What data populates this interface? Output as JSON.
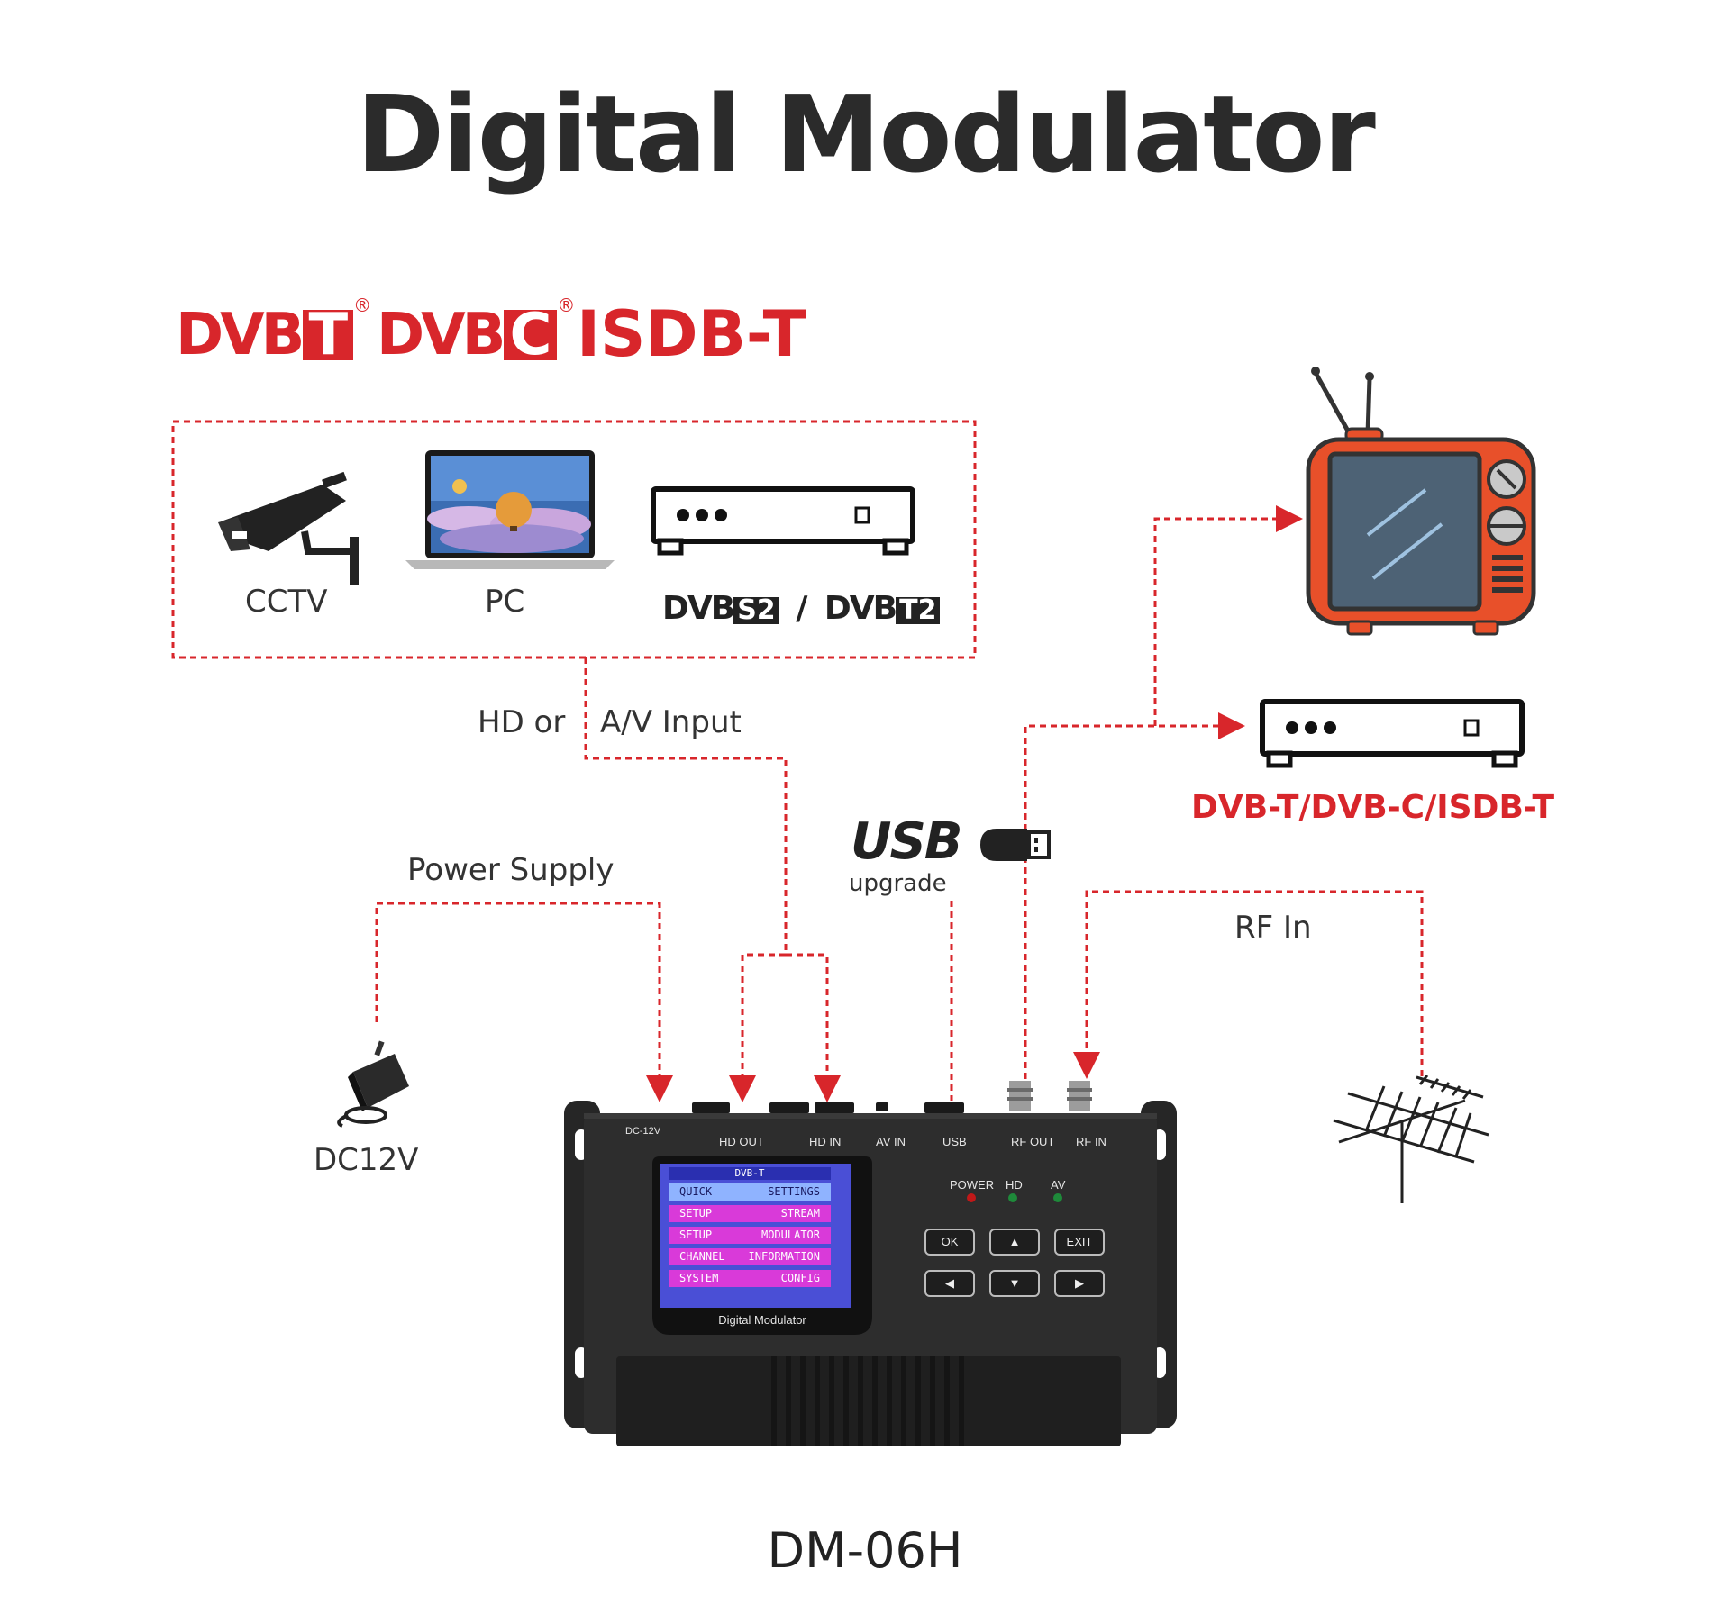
{
  "title": "Digital Modulator",
  "standards": {
    "dvbt": {
      "prefix": "DVB",
      "suffix": "T",
      "reg": "®"
    },
    "dvbc": {
      "prefix": "DVB",
      "suffix": "C",
      "reg": "®"
    },
    "isdbt": "ISDB-T"
  },
  "sources": {
    "cctv": "CCTV",
    "pc": "PC",
    "dvbs2": {
      "prefix": "DVB",
      "suffix": "S2"
    },
    "separator": "/",
    "dvbt2": {
      "prefix": "DVB",
      "suffix": "T2"
    }
  },
  "labels": {
    "hd_av_input_part1": "HD or",
    "hd_av_input_part2": "A/V Input",
    "power_supply": "Power Supply",
    "dc12v": "DC12V",
    "usb_logo": "USB",
    "usb_upgrade": "upgrade",
    "rf_in": "RF In",
    "receiver_standards": "DVB-T/DVB-C/ISDB-T"
  },
  "device": {
    "model": "DM-06H",
    "ports": {
      "dc": "DC-12V",
      "hd_out": "HD OUT",
      "hd_in": "HD IN",
      "av_in": "AV IN",
      "usb": "USB",
      "rf_out": "RF OUT",
      "rf_in": "RF IN"
    },
    "leds": {
      "power": "POWER",
      "hd": "HD",
      "av": "AV"
    },
    "screen": {
      "header": "DVB-T",
      "menu": [
        {
          "left": "QUICK",
          "right": "SETTINGS"
        },
        {
          "left": "SETUP",
          "right": "STREAM"
        },
        {
          "left": "SETUP",
          "right": "MODULATOR"
        },
        {
          "left": "CHANNEL",
          "right": "INFORMATION"
        },
        {
          "left": "SYSTEM",
          "right": "CONFIG"
        }
      ],
      "footer": "Digital Modulator"
    },
    "buttons": {
      "ok": "OK",
      "up": "▲",
      "exit": "EXIT",
      "left": "◀",
      "down": "▼",
      "right": "▶"
    }
  },
  "colors": {
    "accent_red": "#d8262b",
    "device_body": "#2d2d2d",
    "tv_orange": "#e8502a"
  }
}
